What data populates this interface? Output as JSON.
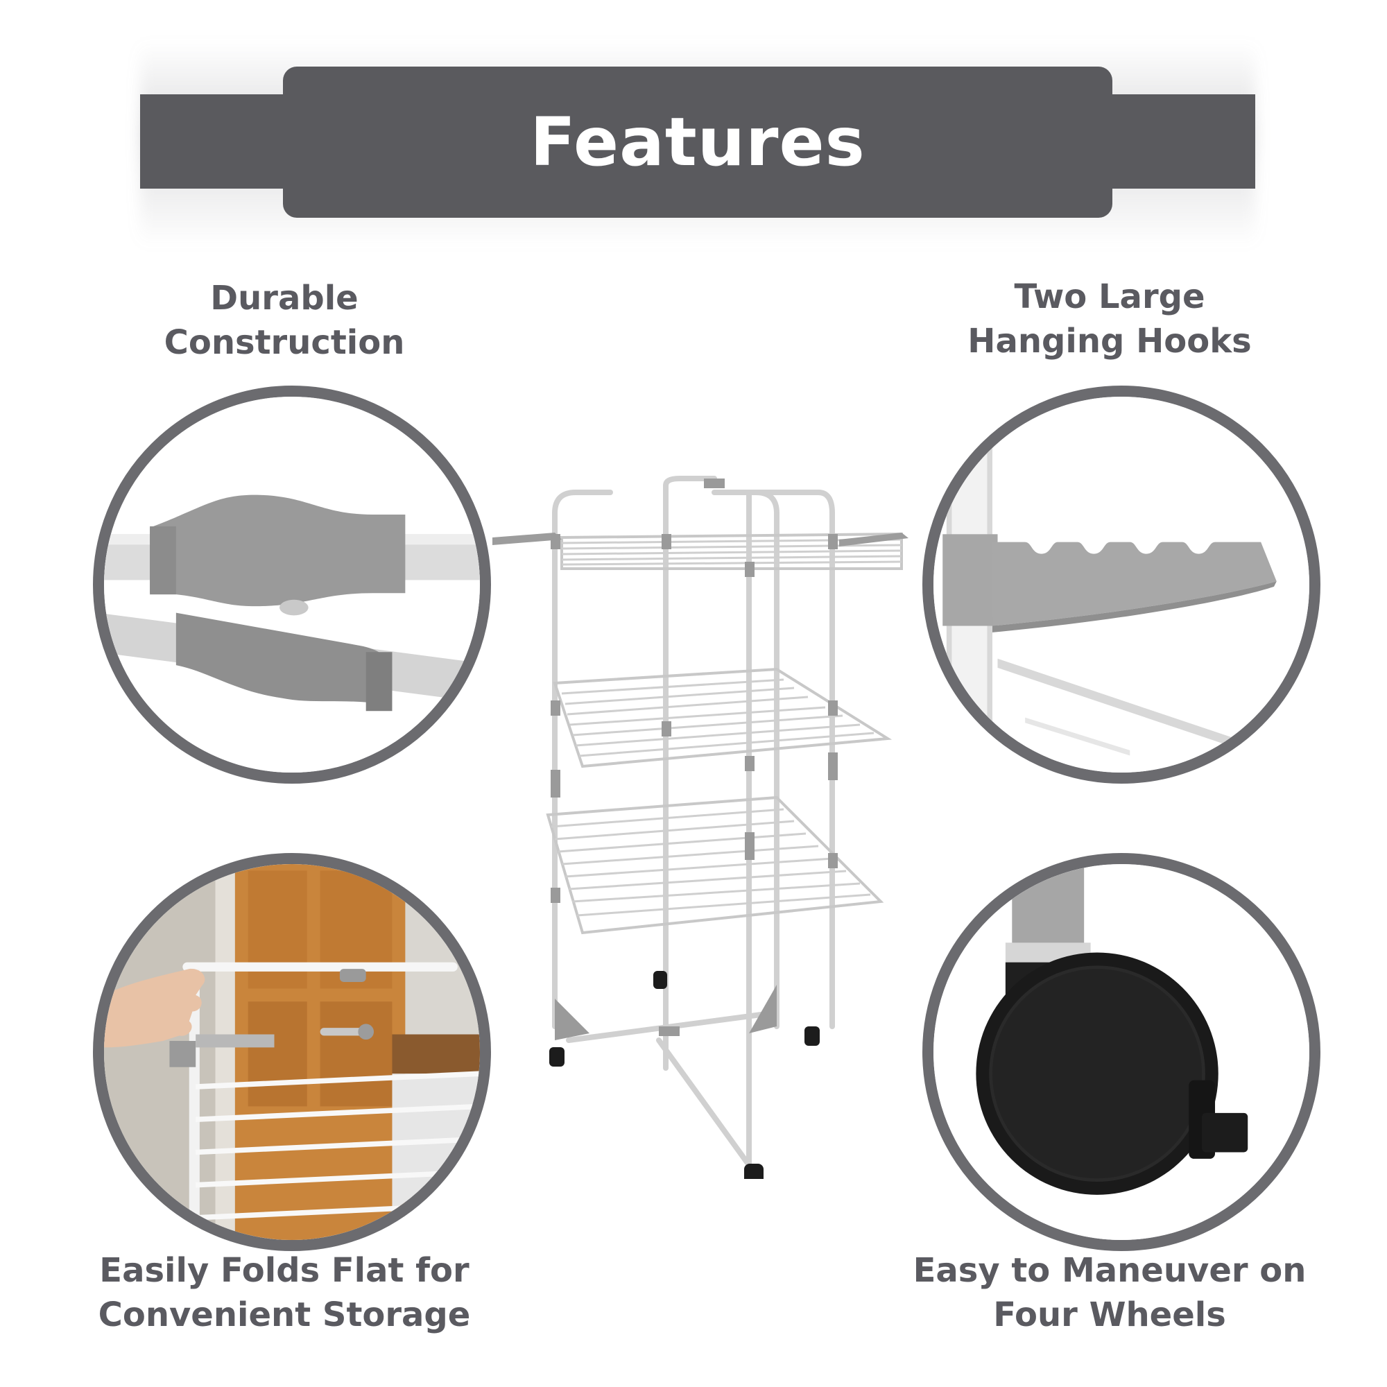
{
  "banner": {
    "title": "Features"
  },
  "features": {
    "top_left": {
      "line1": "Durable",
      "line2": "Construction",
      "icon": "tube-joint-closeup"
    },
    "top_right": {
      "line1": "Two Large",
      "line2": "Hanging Hooks",
      "icon": "hook-arm-closeup"
    },
    "bottom_left": {
      "line1": "Easily Folds Flat for",
      "line2": "Convenient Storage",
      "icon": "folding-hand-closeup"
    },
    "bottom_right": {
      "line1": "Easy to Maneuver on",
      "line2": "Four Wheels",
      "icon": "caster-wheel-closeup"
    }
  },
  "colors": {
    "banner": "#5a5a5e",
    "text": "#5a5a60",
    "circle_border": "#6b6b6f",
    "accent_grey": "#a4a4a8"
  }
}
